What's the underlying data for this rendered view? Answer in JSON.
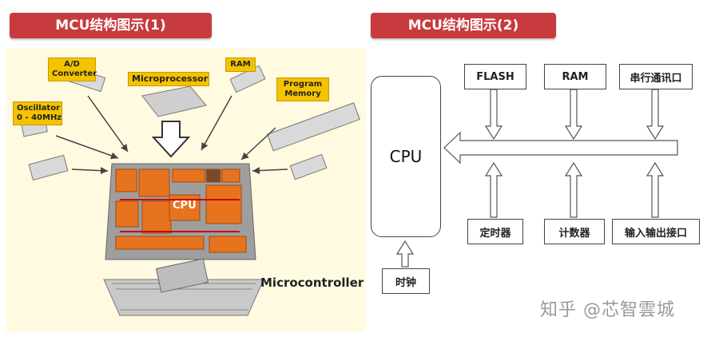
{
  "left_panel": {
    "banner": "MCU结构图示(1)",
    "labels": {
      "ad_converter": "A/D\nConverter",
      "microprocessor": "Microprocessor",
      "ram": "RAM",
      "program_memory": "Program\nMemory",
      "oscillator": "Oscillator\n0 - 40MHz",
      "microcontroller": "Microcontroller",
      "cpu": "CPU"
    },
    "yellow_color": "#f5c200",
    "orange_color": "#e8731e"
  },
  "right_panel": {
    "banner": "MCU结构图示(2)",
    "cpu": "CPU",
    "top_boxes": [
      "FLASH",
      "RAM",
      "串行通讯口"
    ],
    "bottom_boxes": [
      "定时器",
      "计数器",
      "输入输出接口"
    ],
    "clock": "时钟"
  },
  "watermark": "知乎 @芯智雲城",
  "banner_color": "#c73a3e"
}
